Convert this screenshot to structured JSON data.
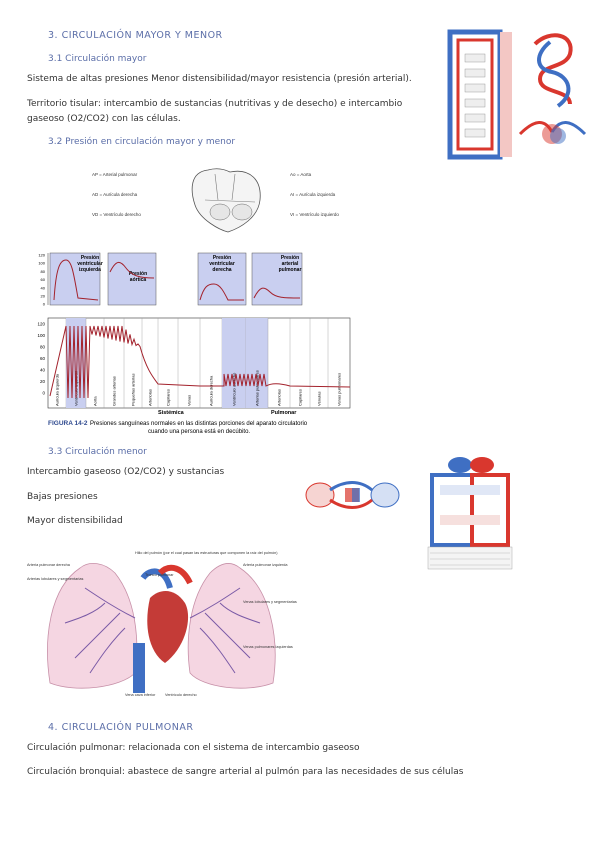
{
  "sections": {
    "s3_title": "3.  CIRCULACIÓN MAYOR Y MENOR",
    "s31_title": "3.1  Circulación mayor",
    "s31_p1": "Sistema de altas presiones Menor distensibilidad/mayor resistencia (presión arterial).",
    "s31_p2a": "Territorio tisular: intercambio de sustancias (nutritivas y de desecho) e intercambio",
    "s31_p2b": "gaseoso (O2/CO2) con las células.",
    "s32_title": "3.2  Presión en circulación mayor y menor",
    "s33_title": "3.3  Circulación menor",
    "s33_p1": "Intercambio gaseoso (O2/CO2) y sustancias",
    "s33_p2": "Bajas presiones",
    "s33_p3": "Mayor distensibilidad",
    "s4_title": "4.  CIRCULACIÓN PULMONAR",
    "s4_p1": "Circulación pulmonar: relacionada con el sistema de intercambio gaseoso",
    "s4_p2": "Circulación bronquial: abastece de sangre arterial al pulmón para las necesidades de sus células"
  },
  "figure142": {
    "caption_label": "FIGURA 14-2",
    "caption_line1": "Presiones sanguíneas normales en las distintas porciones del aparato circulatorio",
    "caption_line2": "cuando una persona está en decúbito.",
    "box1": [
      "Presión",
      "ventricular",
      "izquierda"
    ],
    "box2": [
      "Presión",
      "aórtica"
    ],
    "box3": [
      "Presión",
      "ventricular",
      "derecha"
    ],
    "box4": [
      "Presión",
      "arterial",
      "pulmonar"
    ],
    "y_ticks_top": [
      "120",
      "100",
      "80",
      "60",
      "40",
      "20",
      "0"
    ],
    "y_ticks_main": [
      "120",
      "100",
      "80",
      "60",
      "40",
      "20",
      "0"
    ],
    "columns": [
      "Aurícula izquierda",
      "Ventrículo izquierdo",
      "Aorta",
      "Grandes arterias",
      "Pequeñas arterias",
      "Arteriolas",
      "Capilares",
      "Venas",
      "Aurícula derecha",
      "Ventrículo derecho",
      "Arterias pulmonares",
      "Arteriolas",
      "Capilares",
      "Vénulas",
      "Venas pulmonares"
    ],
    "sistemica": "Sistémica",
    "pulmonar": "Pulmonar"
  },
  "heart_labels": {
    "left": [
      "AP = Arterial pulmonar",
      "AD = Aurícula derecha",
      "VD = Ventrículo derecho"
    ],
    "right": [
      "Ao = Aorta",
      "AI = Aurícula izquierda",
      "VI = Ventrículo izquierdo"
    ]
  },
  "lung_labels": {
    "hilio": "Hilio del pulmón (por el cual pasan las estructuras que componen la raíz del pulmón)",
    "tronco": "Tronco pulmonar",
    "arteria_der": "Arteria pulmonar derecha",
    "arterias_lob": "Arterias lobulares y segmentarias",
    "arteria_izq": "Arteria pulmonar izquierda",
    "venas_lob": "Venas lobulares y segmentarias",
    "venas_pulm": "Venas pulmonares izquierdas",
    "vena_cava": "Vena cava inferior",
    "ventriculo": "Ventrículo derecho"
  },
  "colors": {
    "heading": "#5b6ea8",
    "arterial": "#d9372e",
    "venous": "#3f6fc3",
    "chart_fill": "#c9cff0",
    "chart_line": "#a3222c"
  }
}
